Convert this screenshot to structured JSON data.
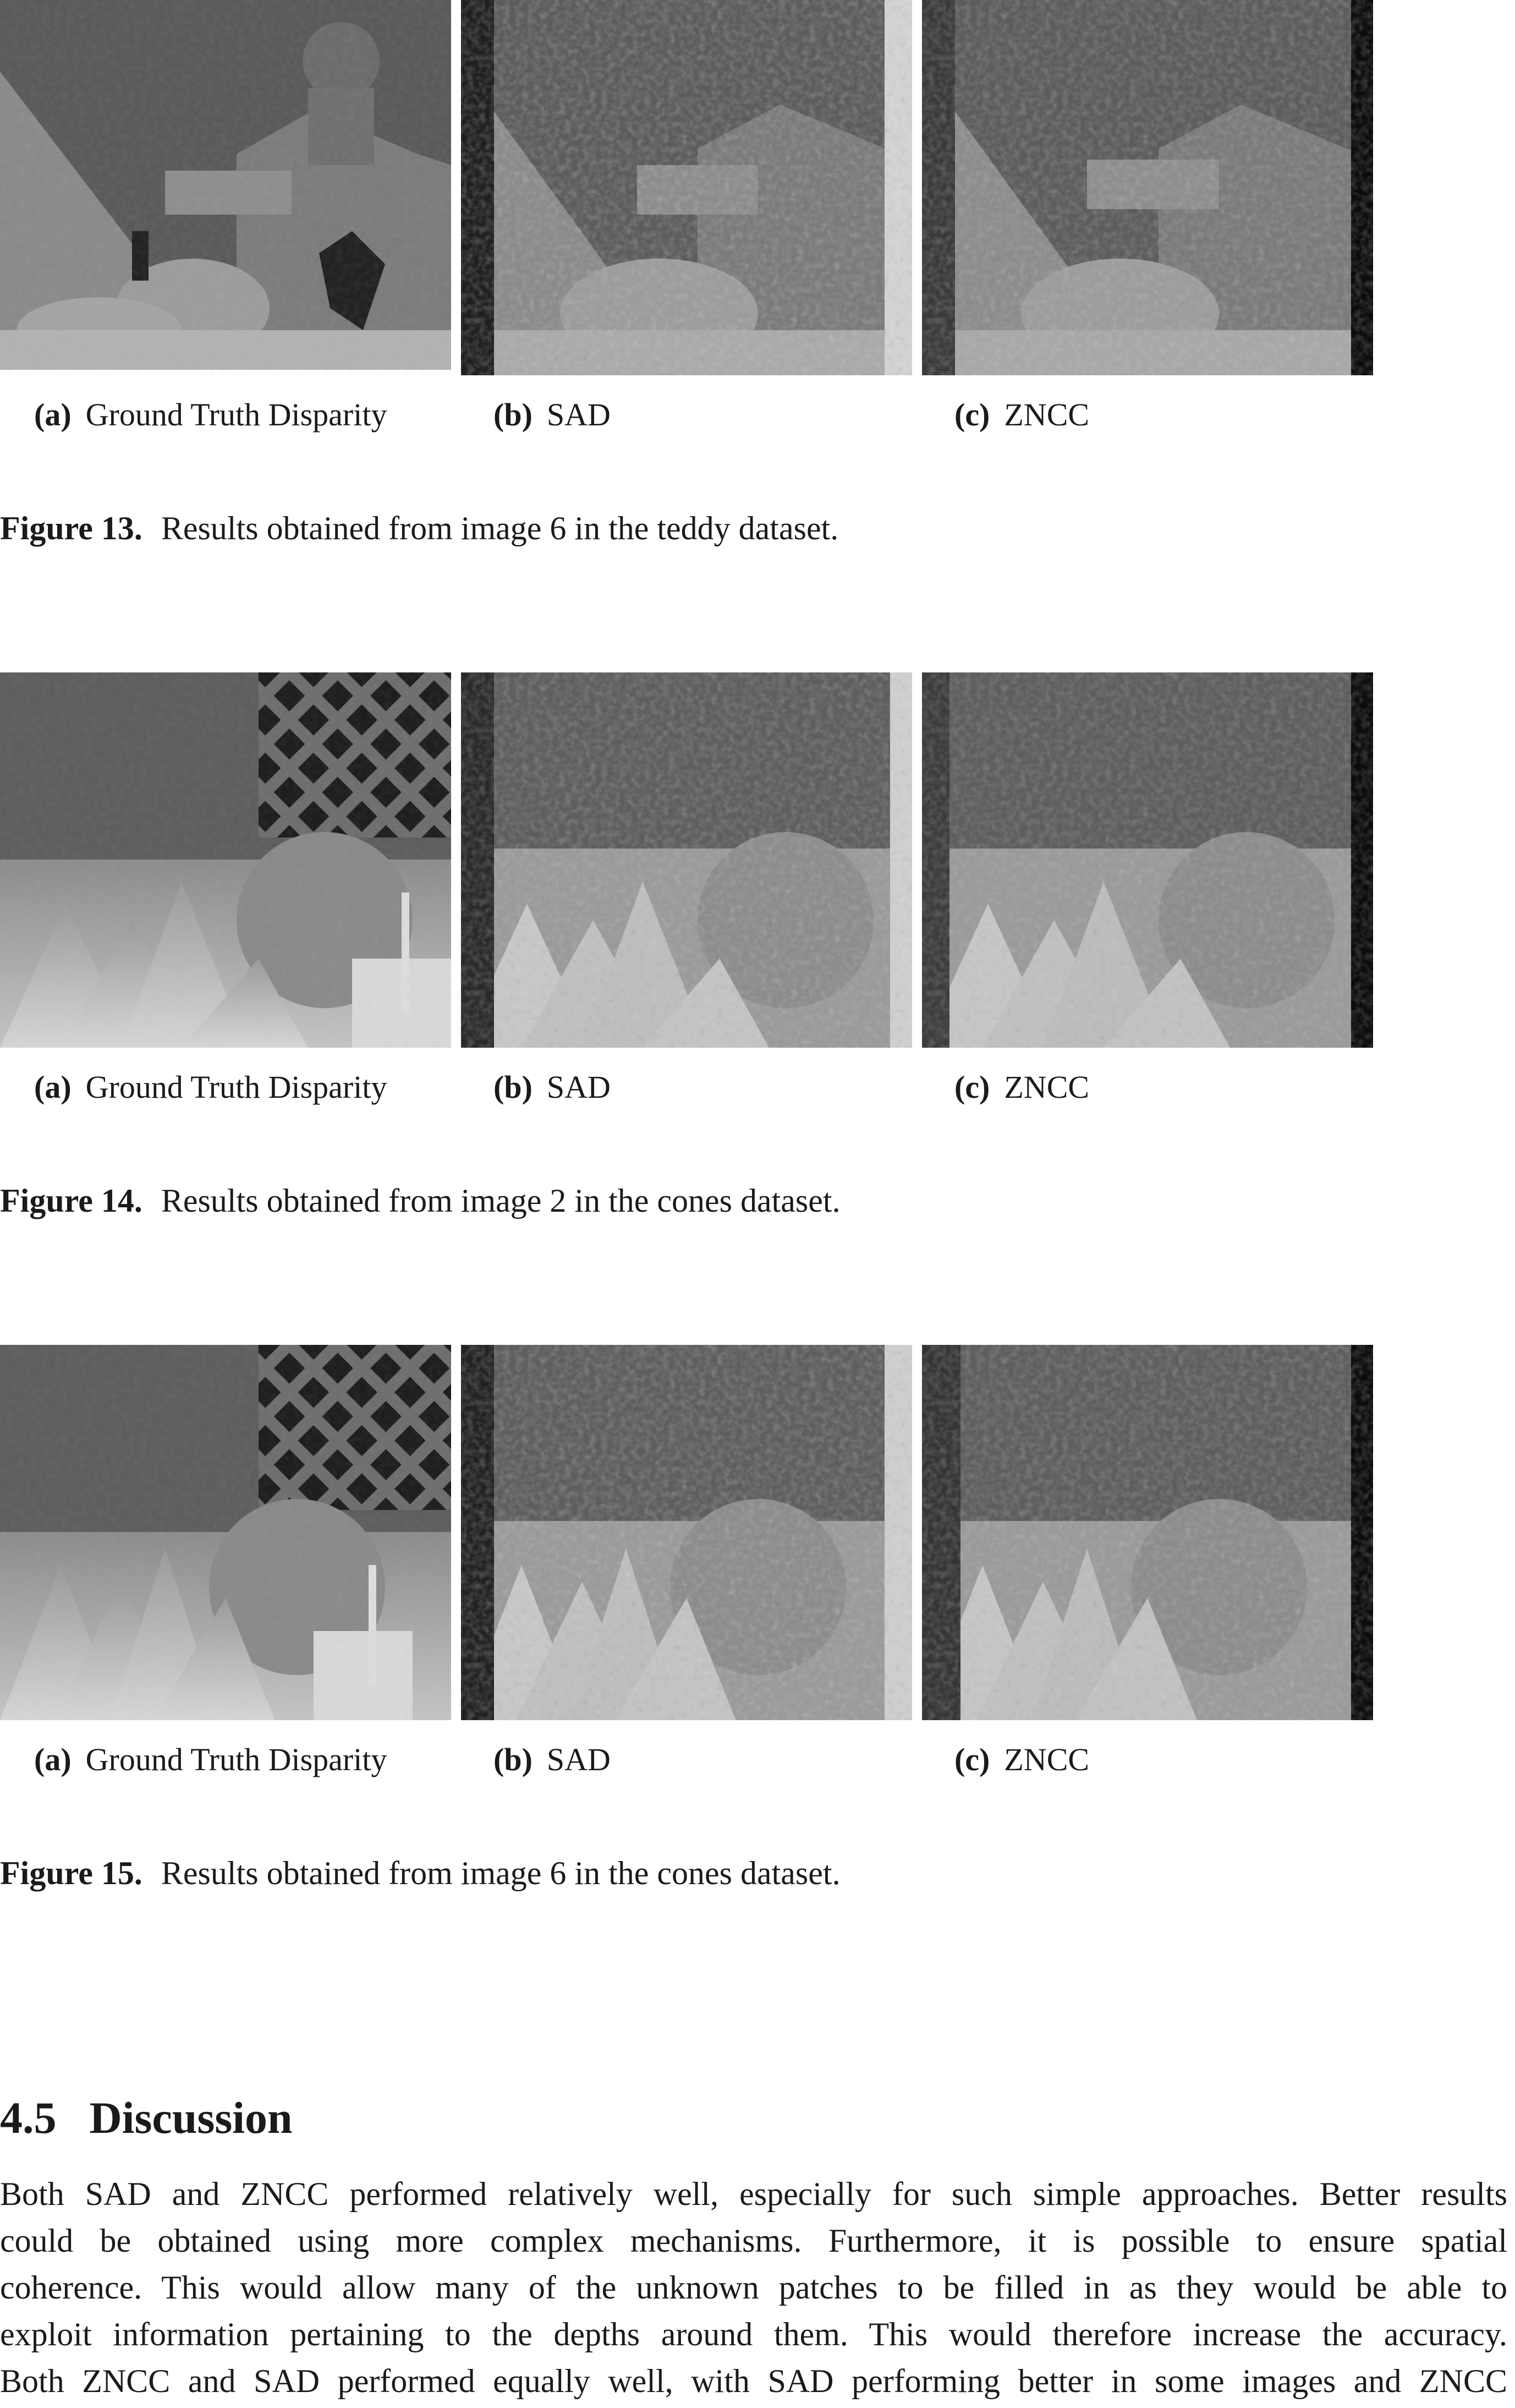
{
  "figures": [
    {
      "subcaptions": [
        {
          "tag": "(a)",
          "label": "Ground Truth Disparity"
        },
        {
          "tag": "(b)",
          "label": "SAD"
        },
        {
          "tag": "(c)",
          "label": "ZNCC"
        }
      ],
      "caption_label": "Figure 13.",
      "caption_text": "Results obtained from image 6 in the teddy dataset."
    },
    {
      "subcaptions": [
        {
          "tag": "(a)",
          "label": "Ground Truth Disparity"
        },
        {
          "tag": "(b)",
          "label": "SAD"
        },
        {
          "tag": "(c)",
          "label": "ZNCC"
        }
      ],
      "caption_label": "Figure 14.",
      "caption_text": "Results obtained from image 2 in the cones dataset."
    },
    {
      "subcaptions": [
        {
          "tag": "(a)",
          "label": "Ground Truth Disparity"
        },
        {
          "tag": "(b)",
          "label": "SAD"
        },
        {
          "tag": "(c)",
          "label": "ZNCC"
        }
      ],
      "caption_label": "Figure 15.",
      "caption_text": "Results obtained from image 6 in the cones dataset."
    }
  ],
  "section": {
    "number": "4.5",
    "title": "Discussion",
    "lines": [
      "Both SAD and ZNCC performed relatively well, especially for such simple approaches. Better results",
      "could be obtained using more complex mechanisms. Furthermore, it is possible to ensure spatial",
      "coherence. This would allow many of the unknown patches to be filled in as they would be able to",
      "exploit information pertaining to the depths around them. This would therefore increase the accuracy.",
      "Both ZNCC and SAD performed equally well, with SAD performing better in some images and ZNCC"
    ]
  }
}
